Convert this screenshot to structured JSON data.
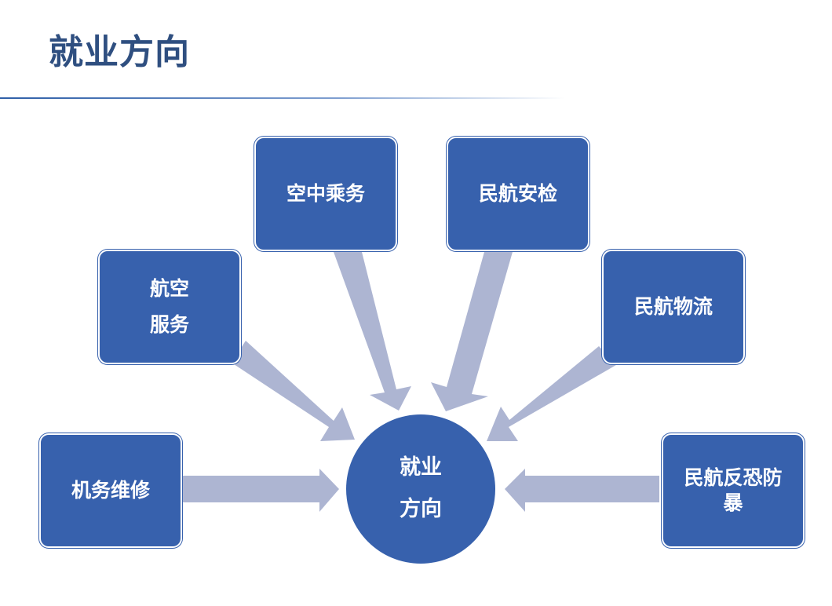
{
  "title": "就业方向",
  "center": {
    "line1": "就业",
    "line2": "方向"
  },
  "boxes": {
    "hangkong_fuwu": {
      "line1": "航空",
      "line2": "服务"
    },
    "kongzhong_chengwu": "空中乘务",
    "minhang_anjian": "民航安检",
    "minhang_wuliu": "民航物流",
    "jiwu_weixiu": "机务维修",
    "minhang_fankong": {
      "line1": "民航反恐防",
      "line2": "暴"
    }
  },
  "colors": {
    "box": "#3761ad",
    "arrow": "#adb5d2",
    "title": "#2f4f80"
  }
}
